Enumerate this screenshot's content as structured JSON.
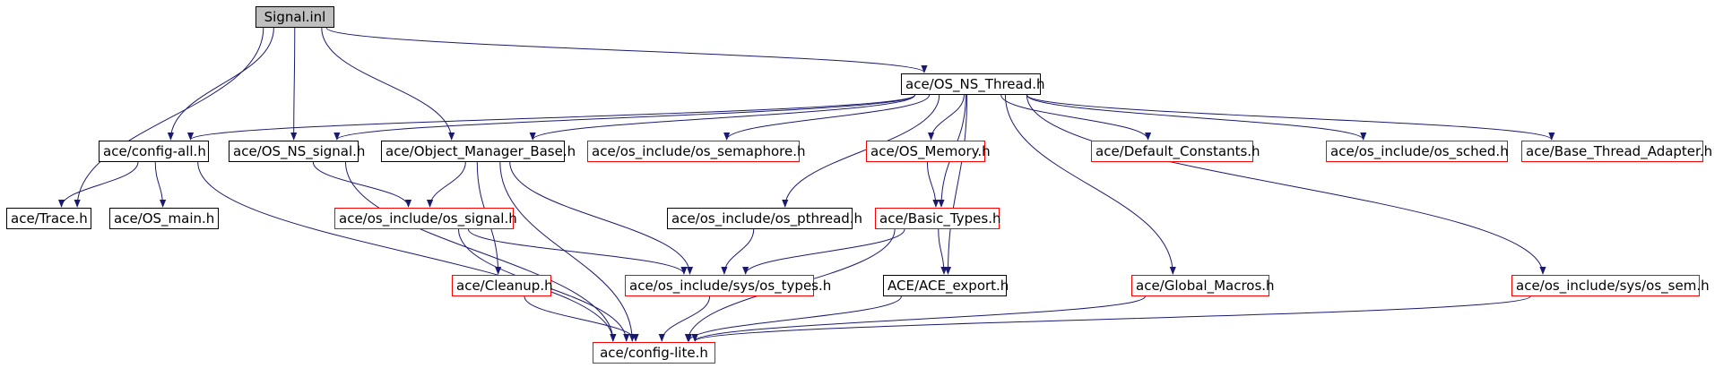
{
  "colors": {
    "edge": "#191970",
    "root_fill": "#bfbfbf",
    "node_border": "#000000",
    "truncated_border": "#ff0000"
  },
  "nodes": [
    {
      "id": "signal_inl",
      "label": "Signal.inl",
      "style": "root"
    },
    {
      "id": "os_ns_thread",
      "label": "ace/OS_NS_Thread.h",
      "style": "normal"
    },
    {
      "id": "config_all",
      "label": "ace/config-all.h",
      "style": "normal"
    },
    {
      "id": "os_ns_signal",
      "label": "ace/OS_NS_signal.h",
      "style": "normal"
    },
    {
      "id": "object_manager_base",
      "label": "ace/Object_Manager_Base.h",
      "style": "normal"
    },
    {
      "id": "os_semaphore",
      "label": "ace/os_include/os_semaphore.h",
      "style": "truncated"
    },
    {
      "id": "os_memory",
      "label": "ace/OS_Memory.h",
      "style": "truncated"
    },
    {
      "id": "default_constants",
      "label": "ace/Default_Constants.h",
      "style": "truncated"
    },
    {
      "id": "os_sched",
      "label": "ace/os_include/os_sched.h",
      "style": "truncated"
    },
    {
      "id": "base_thread_adapter",
      "label": "ace/Base_Thread_Adapter.h",
      "style": "truncated"
    },
    {
      "id": "trace",
      "label": "ace/Trace.h",
      "style": "normal"
    },
    {
      "id": "os_main",
      "label": "ace/OS_main.h",
      "style": "normal"
    },
    {
      "id": "os_signal",
      "label": "ace/os_include/os_signal.h",
      "style": "truncated"
    },
    {
      "id": "os_pthread",
      "label": "ace/os_include/os_pthread.h",
      "style": "normal"
    },
    {
      "id": "basic_types",
      "label": "ace/Basic_Types.h",
      "style": "truncated"
    },
    {
      "id": "cleanup",
      "label": "ace/Cleanup.h",
      "style": "truncated"
    },
    {
      "id": "sys_os_types",
      "label": "ace/os_include/sys/os_types.h",
      "style": "truncated"
    },
    {
      "id": "ace_export",
      "label": "ACE/ACE_export.h",
      "style": "normal"
    },
    {
      "id": "global_macros",
      "label": "ace/Global_Macros.h",
      "style": "truncated"
    },
    {
      "id": "sys_os_sem",
      "label": "ace/os_include/sys/os_sem.h",
      "style": "truncated"
    },
    {
      "id": "config_lite",
      "label": "ace/config-lite.h",
      "style": "truncated"
    }
  ],
  "edges": [
    [
      "signal_inl",
      "os_ns_thread"
    ],
    [
      "signal_inl",
      "config_all"
    ],
    [
      "signal_inl",
      "os_ns_signal"
    ],
    [
      "signal_inl",
      "object_manager_base"
    ],
    [
      "signal_inl",
      "trace"
    ],
    [
      "os_ns_thread",
      "config_all"
    ],
    [
      "os_ns_thread",
      "os_ns_signal"
    ],
    [
      "os_ns_thread",
      "object_manager_base"
    ],
    [
      "os_ns_thread",
      "os_semaphore"
    ],
    [
      "os_ns_thread",
      "os_memory"
    ],
    [
      "os_ns_thread",
      "default_constants"
    ],
    [
      "os_ns_thread",
      "os_sched"
    ],
    [
      "os_ns_thread",
      "base_thread_adapter"
    ],
    [
      "os_ns_thread",
      "os_pthread"
    ],
    [
      "os_ns_thread",
      "basic_types"
    ],
    [
      "os_ns_thread",
      "ace_export"
    ],
    [
      "os_ns_thread",
      "global_macros"
    ],
    [
      "os_ns_thread",
      "sys_os_sem"
    ],
    [
      "config_all",
      "trace"
    ],
    [
      "config_all",
      "os_main"
    ],
    [
      "config_all",
      "config_lite"
    ],
    [
      "os_ns_signal",
      "os_signal"
    ],
    [
      "os_ns_signal",
      "config_lite"
    ],
    [
      "object_manager_base",
      "os_signal"
    ],
    [
      "object_manager_base",
      "cleanup"
    ],
    [
      "object_manager_base",
      "sys_os_types"
    ],
    [
      "object_manager_base",
      "config_lite"
    ],
    [
      "os_signal",
      "sys_os_types"
    ],
    [
      "os_signal",
      "config_lite"
    ],
    [
      "os_memory",
      "basic_types"
    ],
    [
      "os_pthread",
      "sys_os_types"
    ],
    [
      "basic_types",
      "sys_os_types"
    ],
    [
      "basic_types",
      "ace_export"
    ],
    [
      "basic_types",
      "config_lite"
    ],
    [
      "cleanup",
      "config_lite"
    ],
    [
      "sys_os_types",
      "config_lite"
    ],
    [
      "ace_export",
      "config_lite"
    ],
    [
      "global_macros",
      "config_lite"
    ],
    [
      "sys_os_sem",
      "config_lite"
    ]
  ]
}
